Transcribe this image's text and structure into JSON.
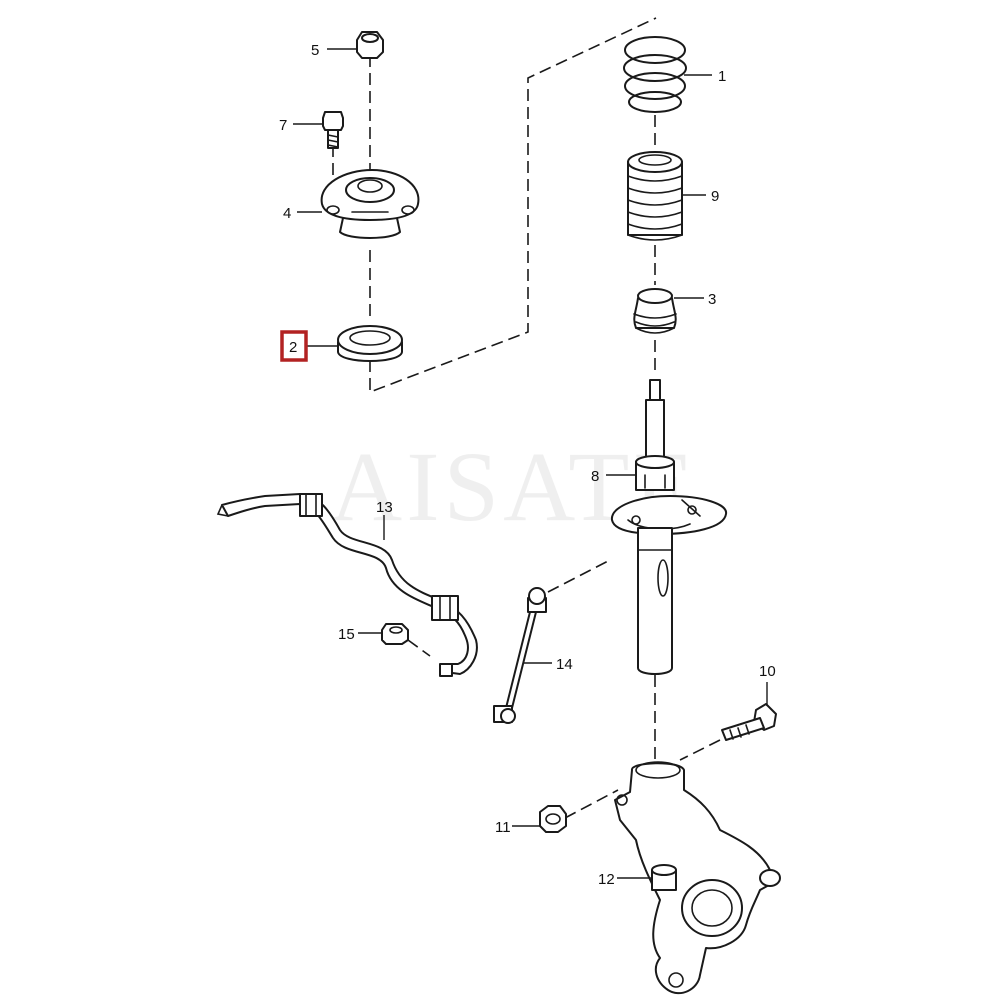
{
  "watermark": "AISATE",
  "highlight_color": "#b22222",
  "highlighted_part": "2",
  "callouts": {
    "c1": "1",
    "c2": "2",
    "c3": "3",
    "c4": "4",
    "c5": "5",
    "c7": "7",
    "c8": "8",
    "c9": "9",
    "c10": "10",
    "c11": "11",
    "c12": "12",
    "c13": "13",
    "c14": "14",
    "c15": "15"
  }
}
